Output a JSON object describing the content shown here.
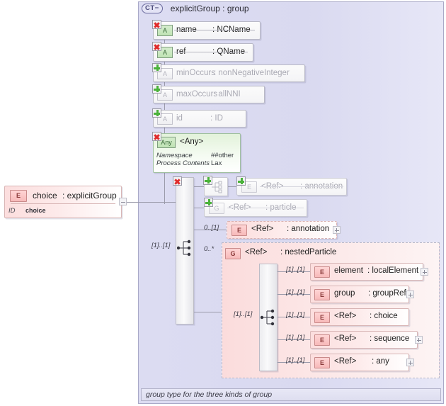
{
  "diagram": {
    "type_badge": "CT",
    "type_badge_toggle": "−",
    "title": "explicitGroup : group",
    "footer": "group type for the three kinds of group"
  },
  "root_element": {
    "icon": "E",
    "name": "choice",
    "type": ": explicitGroup",
    "detail_key": "ID",
    "detail_value": "choice"
  },
  "attributes": [
    {
      "icon": "A",
      "name": "name",
      "type": ": NCName",
      "state": "excluded",
      "badge": "x"
    },
    {
      "icon": "A",
      "name": "ref",
      "type": ": QName",
      "state": "excluded",
      "badge": "x"
    },
    {
      "icon": "A",
      "name": "minOccurs",
      "type": ": nonNegativeInteger",
      "state": "available",
      "badge": "plus"
    },
    {
      "icon": "A",
      "name": "maxOccurs",
      "type": ": allNNI",
      "state": "available",
      "badge": "plus"
    },
    {
      "icon": "A",
      "name": "id",
      "type": ": ID",
      "state": "available",
      "badge": "plus"
    }
  ],
  "any_block": {
    "icon": "Any",
    "title": "<Any>",
    "badge": "x",
    "rows": [
      {
        "label": "Namespace",
        "value": "##other"
      },
      {
        "label": "Process Contents",
        "value": "Lax"
      }
    ]
  },
  "content_model": {
    "compositor": "choice",
    "badge": "x",
    "cardinality": "[1]..[1]",
    "inherited": [
      {
        "kind": "compositor",
        "badge": "plus",
        "label": ""
      },
      {
        "icon": "E",
        "name": "<Ref>",
        "type": ": annotation",
        "badge": "plus",
        "state": "inherited"
      },
      {
        "icon": "G",
        "name": "<Ref>",
        "type": ": particle",
        "badge": "plus",
        "state": "inherited"
      }
    ],
    "particles": [
      {
        "icon": "E",
        "name": "<Ref>",
        "type": ": annotation",
        "cardinality": "0..[1]",
        "expander": "plus"
      },
      {
        "icon": "G",
        "name": "<Ref>",
        "type": ": nestedParticle",
        "cardinality": "0..*",
        "expander": "none"
      }
    ]
  },
  "nested_particle": {
    "icon": "G",
    "name": "<Ref>",
    "type": ": nestedParticle",
    "compositor": "choice",
    "compositor_cardinality": "[1]..[1]",
    "items": [
      {
        "icon": "E",
        "name": "element",
        "type": ": localElement",
        "cardinality": "[1]..[1]",
        "expander": "plus"
      },
      {
        "icon": "E",
        "name": "group",
        "type": ": groupRef",
        "cardinality": "[1]..[1]",
        "expander": "plus"
      },
      {
        "icon": "E",
        "name": "<Ref>",
        "type": ": choice",
        "cardinality": "[1]..[1]",
        "expander": "none"
      },
      {
        "icon": "E",
        "name": "<Ref>",
        "type": ": sequence",
        "cardinality": "[1]..[1]",
        "expander": "plus"
      },
      {
        "icon": "E",
        "name": "<Ref>",
        "type": ": any",
        "cardinality": "[1]..[1]",
        "expander": "plus"
      }
    ]
  },
  "colors": {
    "panel_bg": "#dcdcf2",
    "pink": "#fcdede",
    "green_tag": "#bfe3b4",
    "accent_red": "#e02b2b",
    "accent_green": "#4ab23a"
  }
}
